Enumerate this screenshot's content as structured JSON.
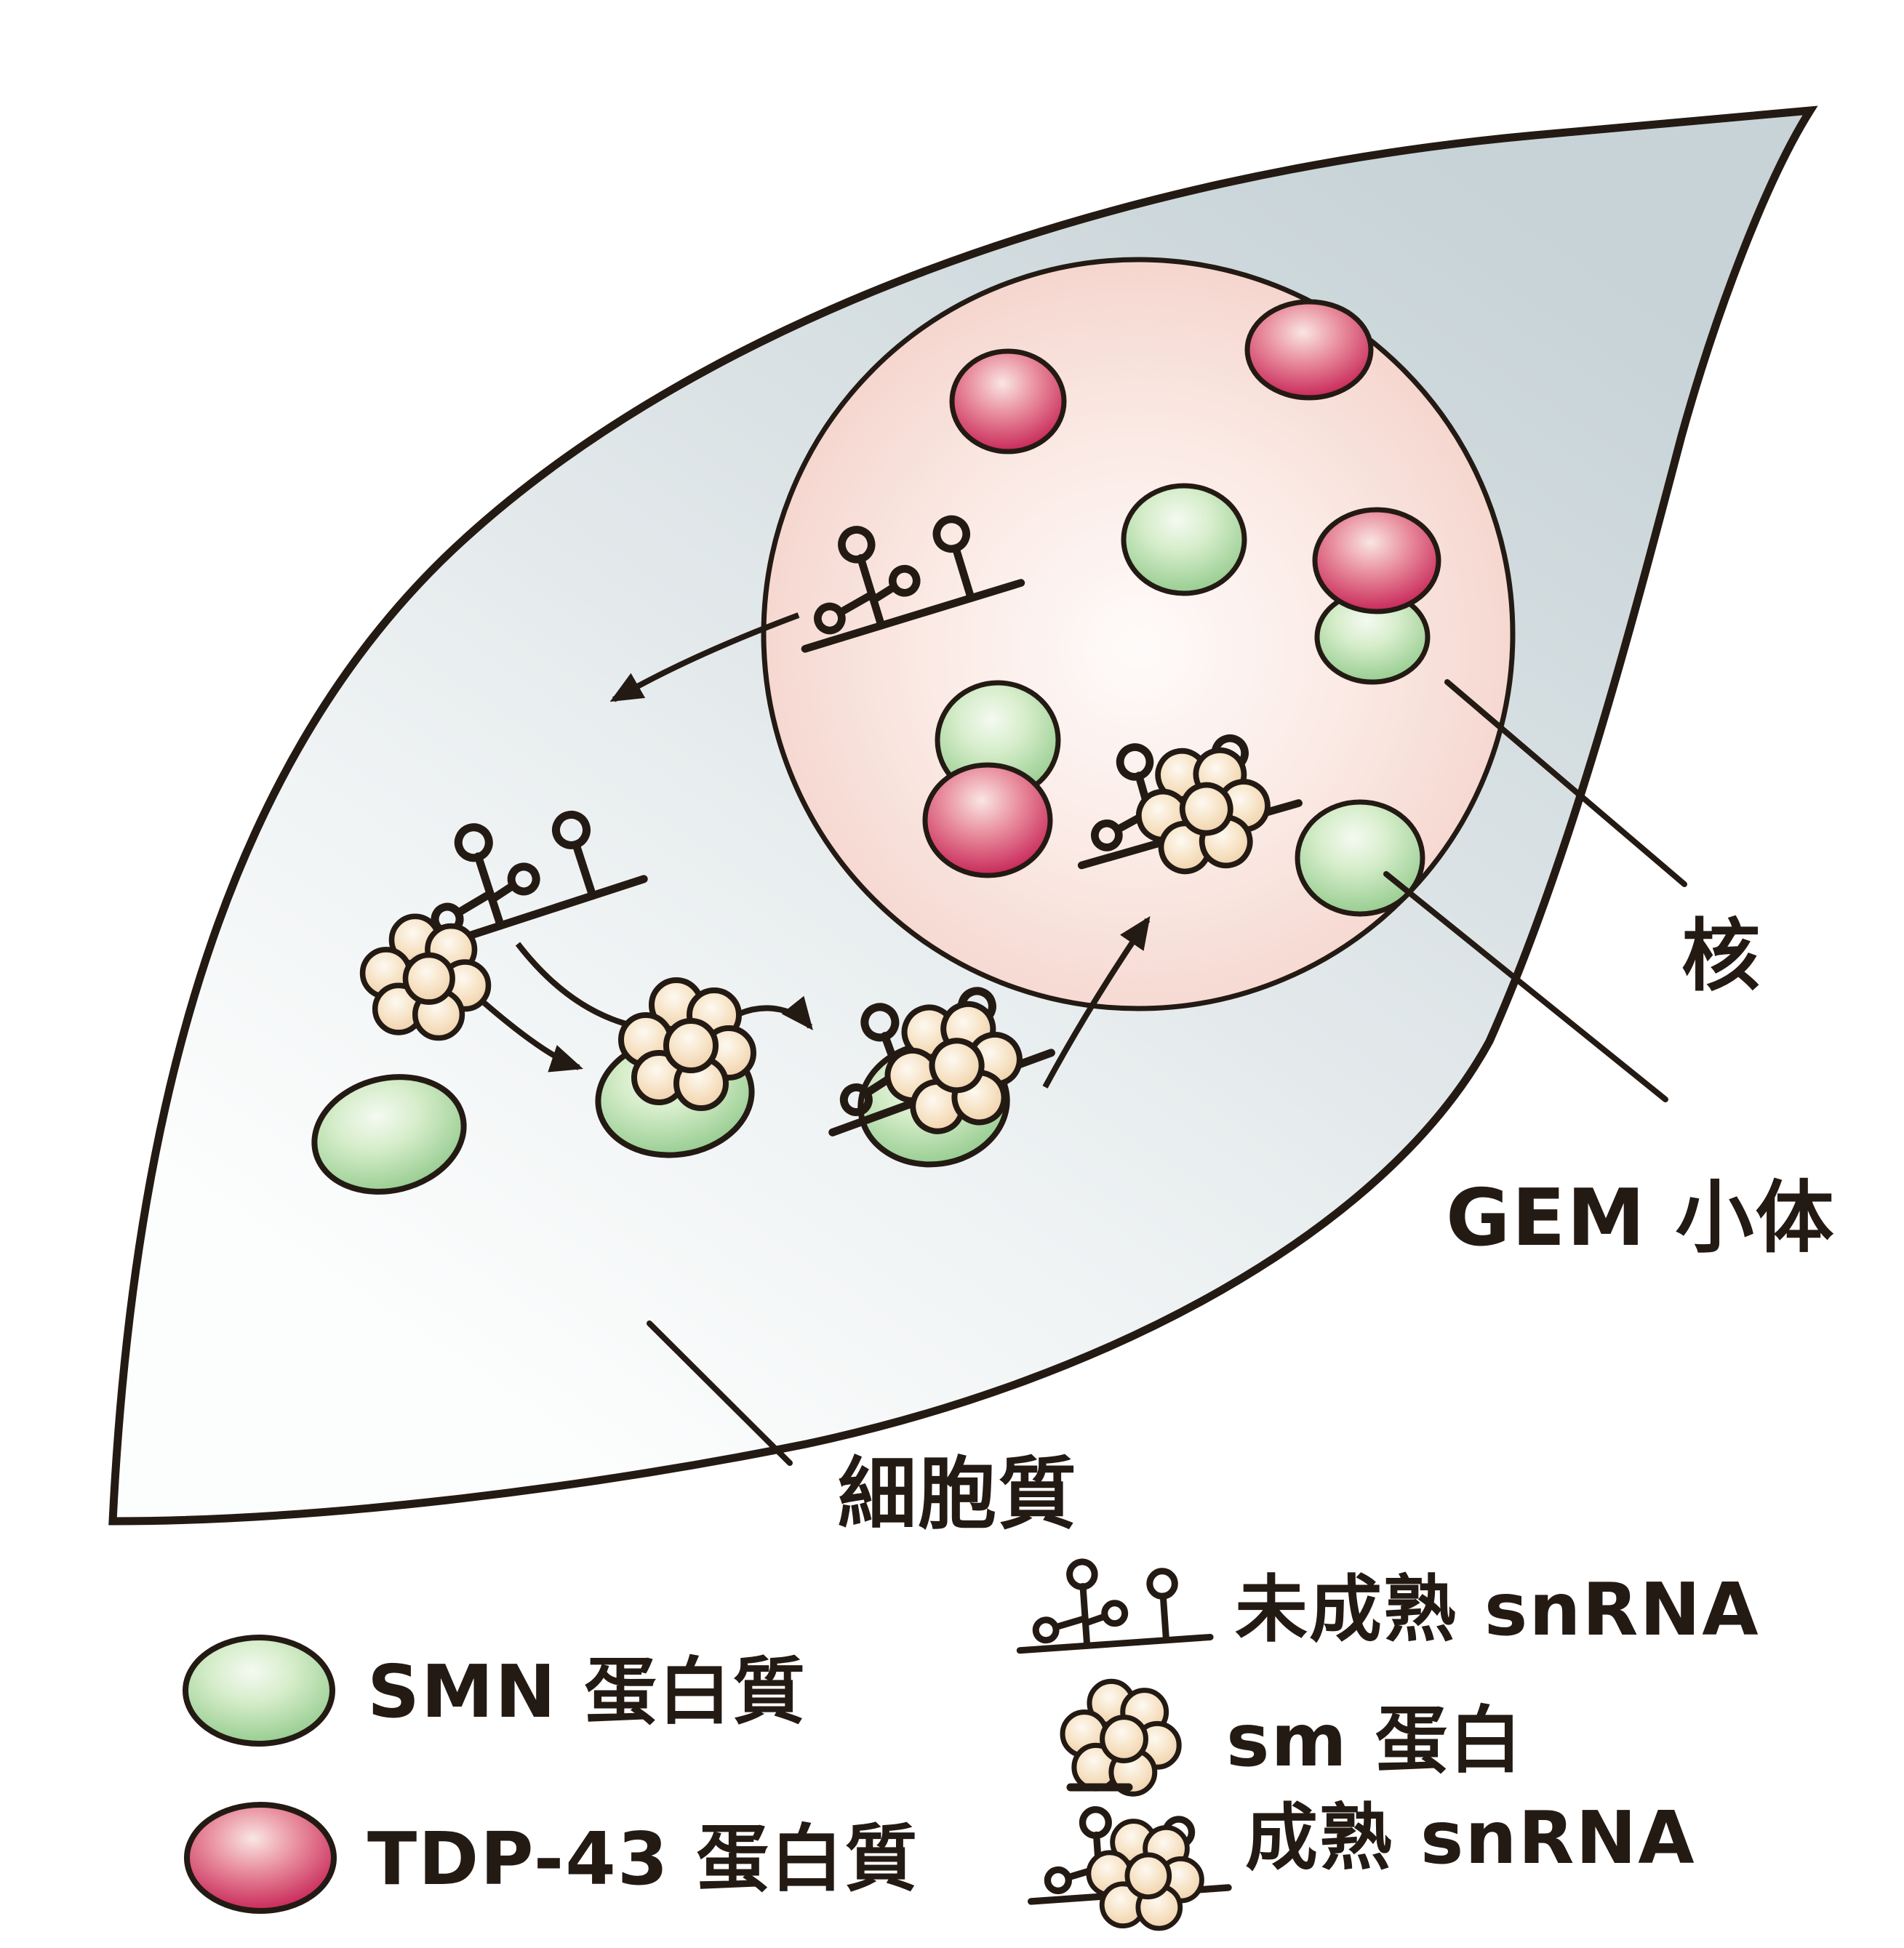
{
  "diagram": {
    "type": "cell-biology-schematic",
    "labels": {
      "nucleus": "核",
      "gem_body": "GEM 小体",
      "cytoplasm": "細胞質"
    },
    "legend_left": [
      {
        "icon": "smn-protein-icon",
        "label": "SMN 蛋白質",
        "color": "#8cc787"
      },
      {
        "icon": "tdp43-protein-icon",
        "label": "TDP-43 蛋白質",
        "color": "#c2154c"
      }
    ],
    "legend_right": [
      {
        "icon": "immature-snrna-icon",
        "label": "未成熟 snRNA"
      },
      {
        "icon": "sm-protein-icon",
        "label": "sm 蛋白",
        "color": "#edcba1"
      },
      {
        "icon": "mature-snrna-icon",
        "label": "成熟 snRNA"
      }
    ],
    "colors": {
      "ink": "#241a14",
      "cytoplasm_fill": "#d5dee1",
      "nucleus_fill": "#f3d2cb",
      "smn_green": "#8cc787",
      "tdp43_red": "#c2154c",
      "sm_tan": "#edcba1"
    }
  }
}
